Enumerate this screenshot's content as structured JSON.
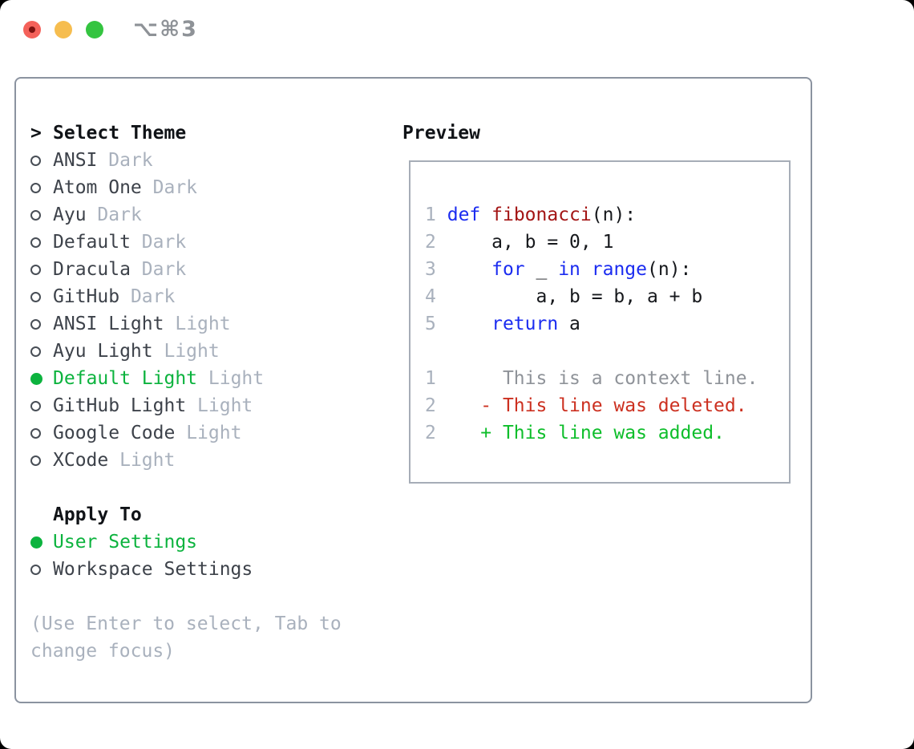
{
  "titlebar": {
    "title": "⌥⌘3",
    "traffic_lights": {
      "close": "close-button",
      "minimize": "minimize-button",
      "zoom": "zoom-button"
    }
  },
  "theme_selector": {
    "prompt": ">",
    "heading": "Select Theme",
    "themes": [
      {
        "name": "ANSI",
        "variant": "Dark",
        "selected": false
      },
      {
        "name": "Atom One",
        "variant": "Dark",
        "selected": false
      },
      {
        "name": "Ayu",
        "variant": "Dark",
        "selected": false
      },
      {
        "name": "Default",
        "variant": "Dark",
        "selected": false
      },
      {
        "name": "Dracula",
        "variant": "Dark",
        "selected": false
      },
      {
        "name": "GitHub",
        "variant": "Dark",
        "selected": false
      },
      {
        "name": "ANSI Light",
        "variant": "Light",
        "selected": false
      },
      {
        "name": "Ayu Light",
        "variant": "Light",
        "selected": false
      },
      {
        "name": "Default Light",
        "variant": "Light",
        "selected": true
      },
      {
        "name": "GitHub Light",
        "variant": "Light",
        "selected": false
      },
      {
        "name": "Google Code",
        "variant": "Light",
        "selected": false
      },
      {
        "name": "XCode",
        "variant": "Light",
        "selected": false
      }
    ]
  },
  "apply_to": {
    "heading": "Apply To",
    "options": [
      {
        "label": "User Settings",
        "selected": true
      },
      {
        "label": "Workspace Settings",
        "selected": false
      }
    ]
  },
  "help": {
    "text": "(Use Enter to select, Tab to change focus)"
  },
  "preview": {
    "heading": "Preview",
    "code_lines": [
      {
        "num": "1",
        "indent": 0,
        "tokens": [
          [
            "def",
            "kw"
          ],
          [
            " ",
            "pl"
          ],
          [
            "fibonacci",
            "fn"
          ],
          [
            "(n):",
            "pl"
          ]
        ]
      },
      {
        "num": "2",
        "indent": 4,
        "tokens": [
          [
            "a, b = 0, 1",
            "pl"
          ]
        ]
      },
      {
        "num": "3",
        "indent": 4,
        "tokens": [
          [
            "for",
            "kw"
          ],
          [
            " _ ",
            "pl"
          ],
          [
            "in",
            "kw"
          ],
          [
            " ",
            "pl"
          ],
          [
            "range",
            "kw"
          ],
          [
            "(n):",
            "pl"
          ]
        ]
      },
      {
        "num": "4",
        "indent": 8,
        "tokens": [
          [
            "a, b = b, a + b",
            "pl"
          ]
        ]
      },
      {
        "num": "5",
        "indent": 4,
        "tokens": [
          [
            "return",
            "kw"
          ],
          [
            " a",
            "pl"
          ]
        ]
      }
    ],
    "diff_lines": [
      {
        "num": "1",
        "prefix": "      ",
        "marker": "",
        "text": "This is a context line.",
        "kind": "context"
      },
      {
        "num": "2",
        "prefix": "    ",
        "marker": "- ",
        "text": "This line was deleted.",
        "kind": "deleted"
      },
      {
        "num": "2",
        "prefix": "    ",
        "marker": "+ ",
        "text": "This line was added.",
        "kind": "added"
      }
    ]
  },
  "colors": {
    "heading": "#101317",
    "text": "#3d424a",
    "muted": "#a9b1bd",
    "green_accent": "#0cb33e",
    "keyword_blue": "#1b2cf0",
    "function_red": "#a31515",
    "diff_red": "#cc3020",
    "diff_green": "#0ebe2b",
    "context_gray": "#8f9399",
    "panel_border": "#8b93a0",
    "box_border": "#a6adb7",
    "tl_red": "#f4615a",
    "tl_red_dot": "#7d1210",
    "tl_yellow": "#f6bd4f",
    "tl_green": "#34c440"
  }
}
